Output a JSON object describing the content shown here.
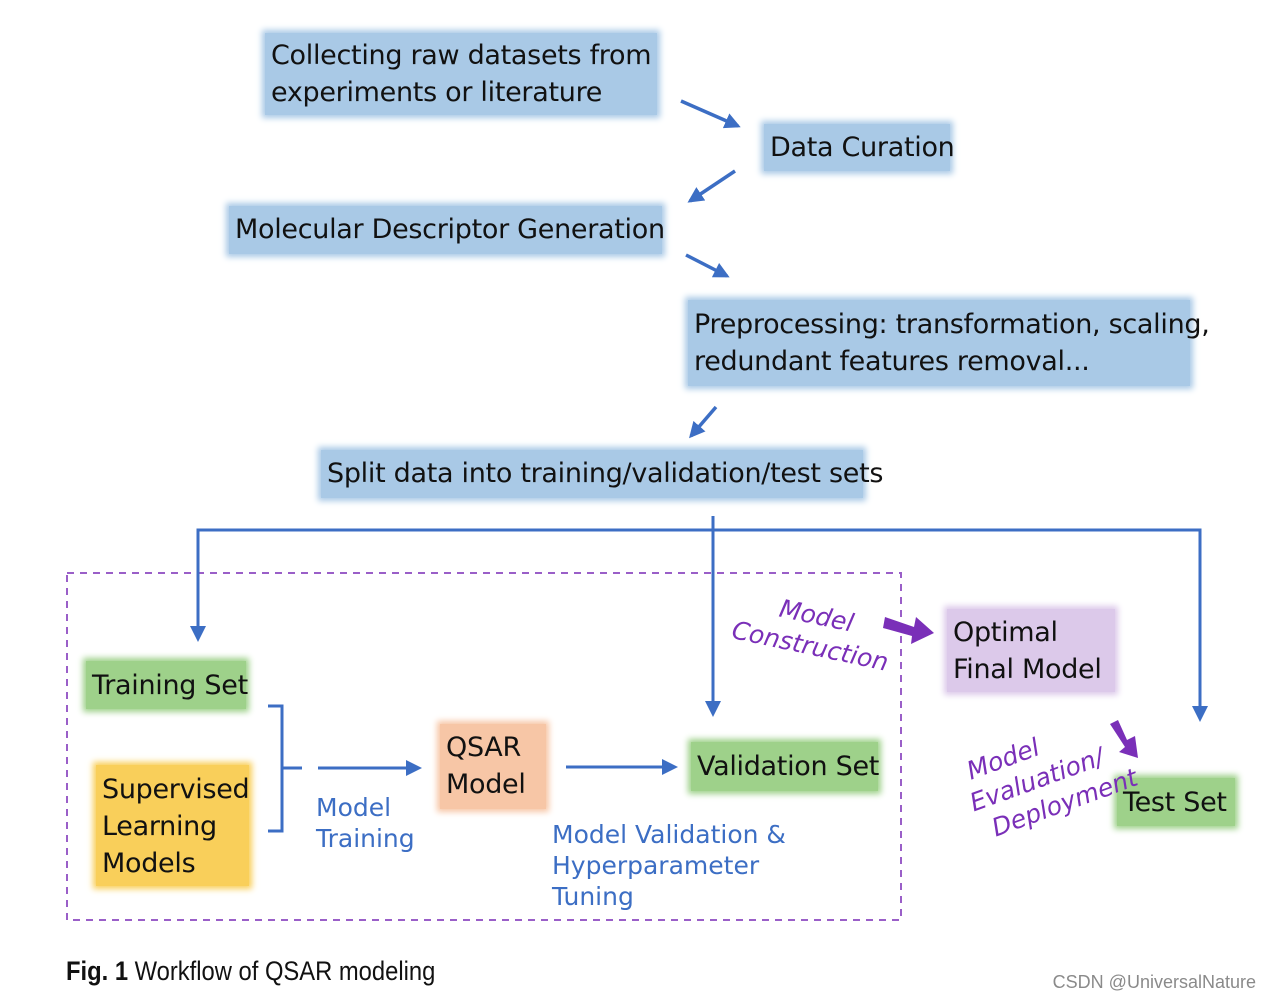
{
  "nodes": {
    "collect": [
      "Collecting raw datasets from",
      "experiments or literature"
    ],
    "curation": "Data Curation",
    "descriptor": "Molecular Descriptor  Generation",
    "preprocess": [
      "Preprocessing: transformation, scaling,",
      "redundant features removal..."
    ],
    "split": "Split data into training/validation/test sets",
    "training_set": "Training Set",
    "supervised": [
      "Supervised",
      "Learning",
      "Models"
    ],
    "qsar": [
      "QSAR",
      "Model"
    ],
    "validation_set": "Validation Set",
    "optimal": [
      "Optimal",
      "Final Model"
    ],
    "test_set": "Test Set"
  },
  "labels": {
    "model_training": [
      "Model",
      "Training"
    ],
    "model_validation": [
      "Model Validation &",
      "Hyperparameter",
      "Tuning"
    ],
    "model_construction": [
      "Model",
      "Construction"
    ],
    "model_evaluation": [
      "Model",
      "Evaluation/",
      "Deployment"
    ]
  },
  "caption": {
    "fig": "Fig. 1",
    "text": "Workflow of QSAR modeling"
  },
  "watermark": "CSDN @UniversalNature",
  "colors": {
    "step_box": "#a9c9e6",
    "green_box": "#9ed18a",
    "qsar_box": "#f7c6a6",
    "models_box": "#f9cf5a",
    "final_box": "#dcc9ea",
    "arrow_blue": "#3c6ec4",
    "arrow_purple": "#7a2fb8",
    "dashed_border": "#9a5fc8"
  }
}
